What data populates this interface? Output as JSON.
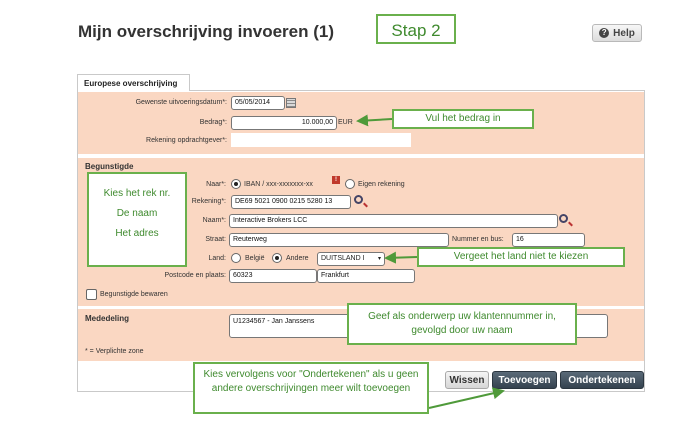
{
  "header": {
    "title": "Mijn overschrijving invoeren (1)",
    "step_note": "Stap 2",
    "help_label": "Help"
  },
  "tab": {
    "label": "Europese overschrijving"
  },
  "order": {
    "date_label": "Gewenste uitvoeringsdatum*:",
    "date_value": "05/05/2014",
    "amount_label": "Bedrag*:",
    "amount_value": "10.000,00",
    "currency": "EUR",
    "account_label": "Rekening opdrachtgever*:",
    "account_value": ""
  },
  "beneficiary": {
    "heading": "Begunstigde",
    "to_label": "Naar*:",
    "to_option_iban": "IBAN / xxx-xxxxxxx-xx",
    "to_option_own": "Eigen rekening",
    "account_label": "Rekening*:",
    "account_value": "DE69 5021 0900 0215 5280 13",
    "name_label": "Naam*:",
    "name_value": "Interactive Brokers LCC",
    "street_label": "Straat:",
    "street_value": "Reuterweg",
    "number_label": "Nummer en bus:",
    "number_value": "16",
    "country_label": "Land:",
    "country_belgium": "België",
    "country_other": "Andere",
    "country_value": "DUITSLAND I",
    "postcode_label": "Postcode en plaats:",
    "postcode_value": "60323",
    "city_value": "Frankfurt",
    "save_label": "Begunstigde bewaren"
  },
  "message": {
    "heading": "Mededeling",
    "value": "U1234567 - Jan Janssens",
    "required_note": "* = Verplichte zone"
  },
  "buttons": {
    "clear": "Wissen",
    "add": "Toevoegen",
    "sign": "Ondertekenen"
  },
  "annotations": {
    "amount": "Vul het bedrag in",
    "beneficiary_1": "Kies het rek nr.",
    "beneficiary_2": "De naam",
    "beneficiary_3": "Het adres",
    "country": "Vergeet het land niet te kiezen",
    "message": "Geef als onderwerp uw klantennummer in, gevolgd door uw naam",
    "sign": "Kies vervolgens voor \"Ondertekenen\" als u geen andere overschrijvingen meer wilt toevoegen"
  },
  "colors": {
    "section_bg": "#fad7c2",
    "note_green": "#6ab04c",
    "dark_button": "#3d4b58"
  }
}
